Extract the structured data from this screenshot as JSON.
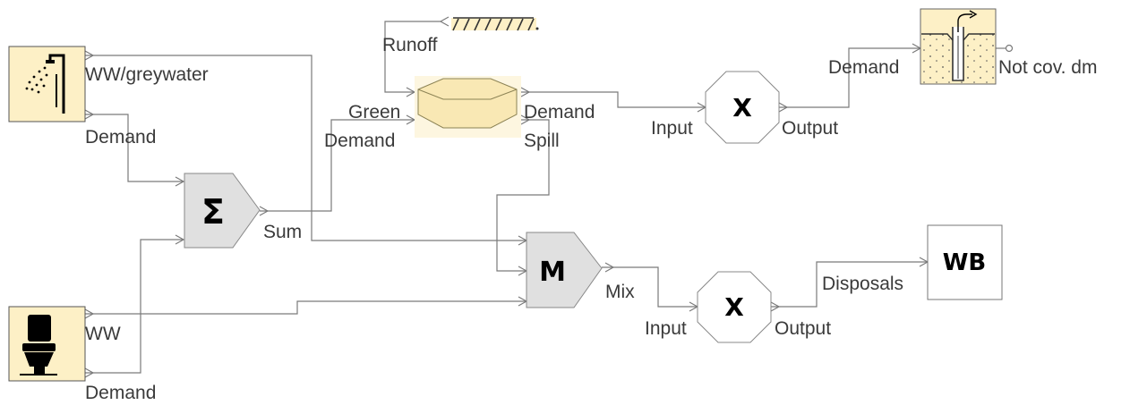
{
  "colors": {
    "block_beige": "#fdf0c6",
    "block_gray": "#e0e0e0",
    "wire": "#7a7a7a",
    "text": "#3a3a3a",
    "reservoir_fill": "#f9e8b4"
  },
  "blocks": {
    "shower": {
      "icon": "shower-icon",
      "port_out_1": "WW/greywater",
      "port_out_2": "Demand"
    },
    "toilet": {
      "icon": "toilet-icon",
      "port_out_1": "WW",
      "port_out_2": "Demand"
    },
    "sum": {
      "symbol": "Σ",
      "port_out": "Sum"
    },
    "runoff": {
      "label": "Runoff",
      "icon": "roof-surface-icon"
    },
    "reservoir": {
      "icon": "storage-tank-icon",
      "port_in_1": "Green",
      "port_in_2": "Demand",
      "port_out_1": "Demand",
      "port_out_2": "Spill"
    },
    "mult_top": {
      "symbol": "X",
      "port_in": "Input",
      "port_out": "Output"
    },
    "well": {
      "icon": "groundwater-well-icon",
      "port_in": "Demand",
      "port_out": "Not cov. dm"
    },
    "mix": {
      "symbol": "M",
      "port_out": "Mix"
    },
    "mult_bottom": {
      "symbol": "X",
      "port_in": "Input",
      "port_out": "Output"
    },
    "wb": {
      "label": "WB",
      "port_in": "Disposals"
    }
  }
}
